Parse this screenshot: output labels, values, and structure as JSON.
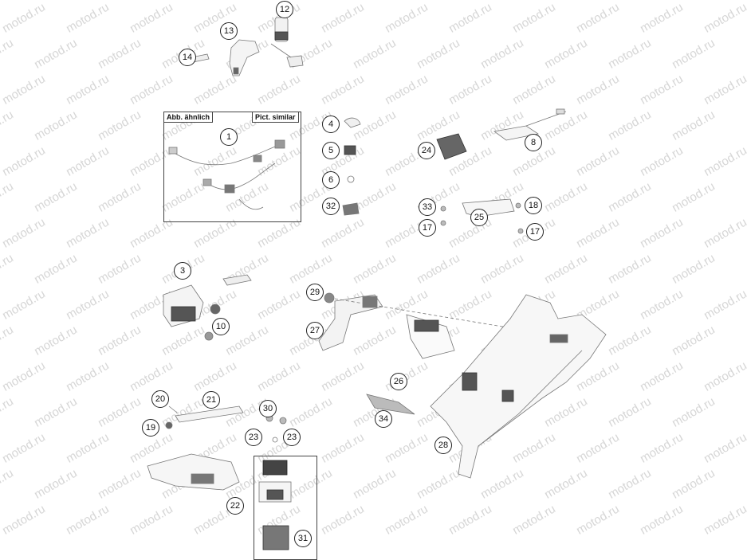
{
  "watermark": {
    "text": "motod.ru"
  },
  "labels": {
    "similar_de": "Abb. ähnlich",
    "similar_en": "Pict. similar"
  },
  "callouts": {
    "c1": "1",
    "c3": "3",
    "c4": "4",
    "c5": "5",
    "c6": "6",
    "c8": "8",
    "c10": "10",
    "c12": "12",
    "c13": "13",
    "c14": "14",
    "c17a": "17",
    "c17b": "17",
    "c18": "18",
    "c19": "19",
    "c20": "20",
    "c21": "21",
    "c22": "22",
    "c23a": "23",
    "c23b": "23",
    "c24": "24",
    "c25": "25",
    "c26": "26",
    "c27": "27",
    "c28": "28",
    "c29": "29",
    "c30": "30",
    "c31": "31",
    "c32": "32",
    "c33": "33",
    "c34": "34"
  }
}
